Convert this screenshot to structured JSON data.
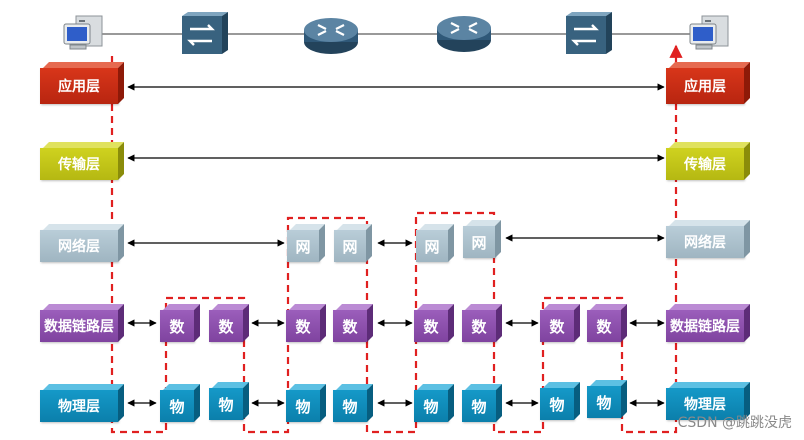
{
  "layers": {
    "application": "应用层",
    "transport": "传输层",
    "network": "网络层",
    "datalink": "数据链路层",
    "physical": "物理层"
  },
  "abbrev": {
    "network": "网",
    "datalink": "数",
    "physical": "物"
  },
  "devices": [
    "pc",
    "switch",
    "router",
    "router",
    "switch",
    "pc"
  ],
  "icons": {
    "pc": "computer-icon",
    "switch": "switch-icon",
    "router": "router-icon"
  },
  "colors": {
    "application": "#c8300f",
    "transport": "#c3c51a",
    "network": "#adc2ce",
    "datalink": "#8d4fad",
    "physical": "#1190c0",
    "path": "#e02020"
  },
  "watermark": "CSDN @跳跳没虎"
}
